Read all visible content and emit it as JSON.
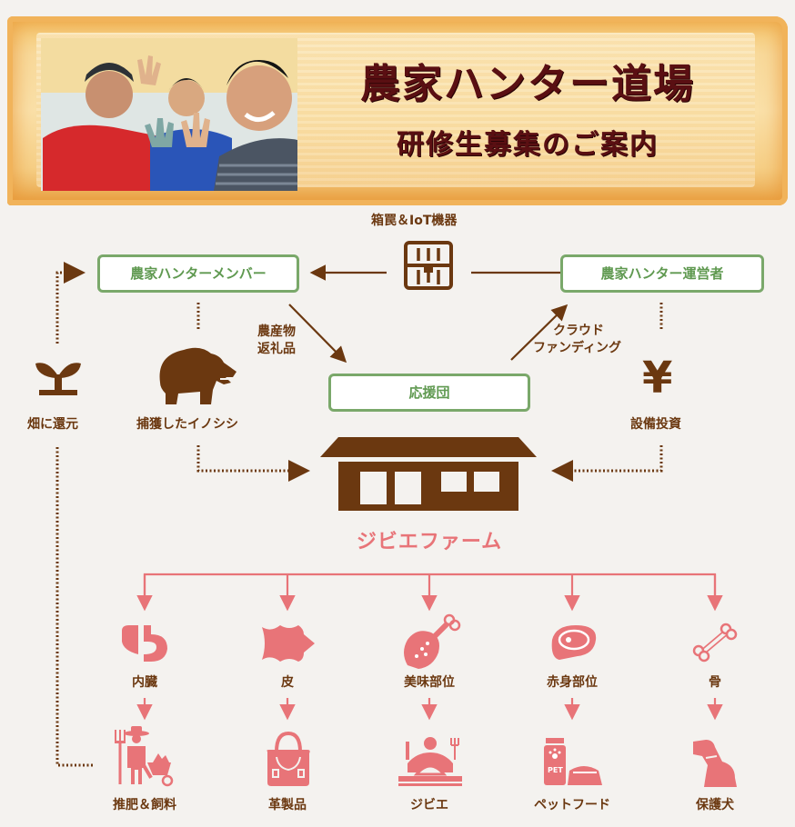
{
  "header": {
    "title": "農家ハンター道場",
    "subtitle": "研修生募集のご案内",
    "photo_alt": "three-hunters-photo"
  },
  "diagram": {
    "trap_label": "箱罠＆IoT機器",
    "nodes": {
      "members": "農家ハンターメンバー",
      "operators": "農家ハンター運営者",
      "supporters": "応援団",
      "farm": "ジビエファーム"
    },
    "edge_labels": {
      "produce": [
        "農産物",
        "返礼品"
      ],
      "crowdfunding": [
        "クラウド",
        "ファンディング"
      ]
    },
    "icons": {
      "sprout": "畑に還元",
      "boar": "捕獲したイノシシ",
      "yen": "設備投資"
    },
    "categories": [
      {
        "label": "内臓",
        "icon": "organs-icon",
        "product": "推肥＆飼料",
        "product_icon": "farmer-icon"
      },
      {
        "label": "皮",
        "icon": "hide-icon",
        "product": "革製品",
        "product_icon": "handbag-icon"
      },
      {
        "label": "美味部位",
        "icon": "drumstick-icon",
        "product": "ジビエ",
        "product_icon": "diner-icon"
      },
      {
        "label": "赤身部位",
        "icon": "steak-icon",
        "product": "ペットフード",
        "product_icon": "pet-food-icon"
      },
      {
        "label": "骨",
        "icon": "bone-icon",
        "product": "保護犬",
        "product_icon": "dog-icon"
      }
    ],
    "pet_food_badge": "PET",
    "colors": {
      "brown": "#6b3810",
      "green": "#7aa86a",
      "pink": "#e87478",
      "title": "#5a0f12"
    }
  }
}
